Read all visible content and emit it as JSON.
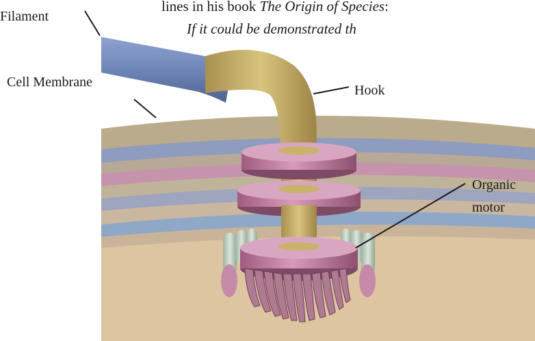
{
  "text": {
    "line1_prefix": "lines in his book ",
    "line1_title": "The Origin of Species",
    "line1_suffix": ":",
    "line2": "If it could be demonstrated th"
  },
  "labels": {
    "filament": "Filament",
    "cell_membrane": "Cell Membrane",
    "hook": "Hook",
    "organic": "Organic",
    "motor": "motor"
  },
  "colors": {
    "filament": "#6f86b8",
    "hook": "#c9b26a",
    "rings": "#b8789a",
    "membrane_top": "#b7a98a",
    "membrane_bands": [
      "#b58fa2",
      "#7f8fb7",
      "#c79bb0",
      "#8da6c7"
    ],
    "cytoplasm": "#d8c3a0",
    "teeth": "#b7c7b8"
  }
}
